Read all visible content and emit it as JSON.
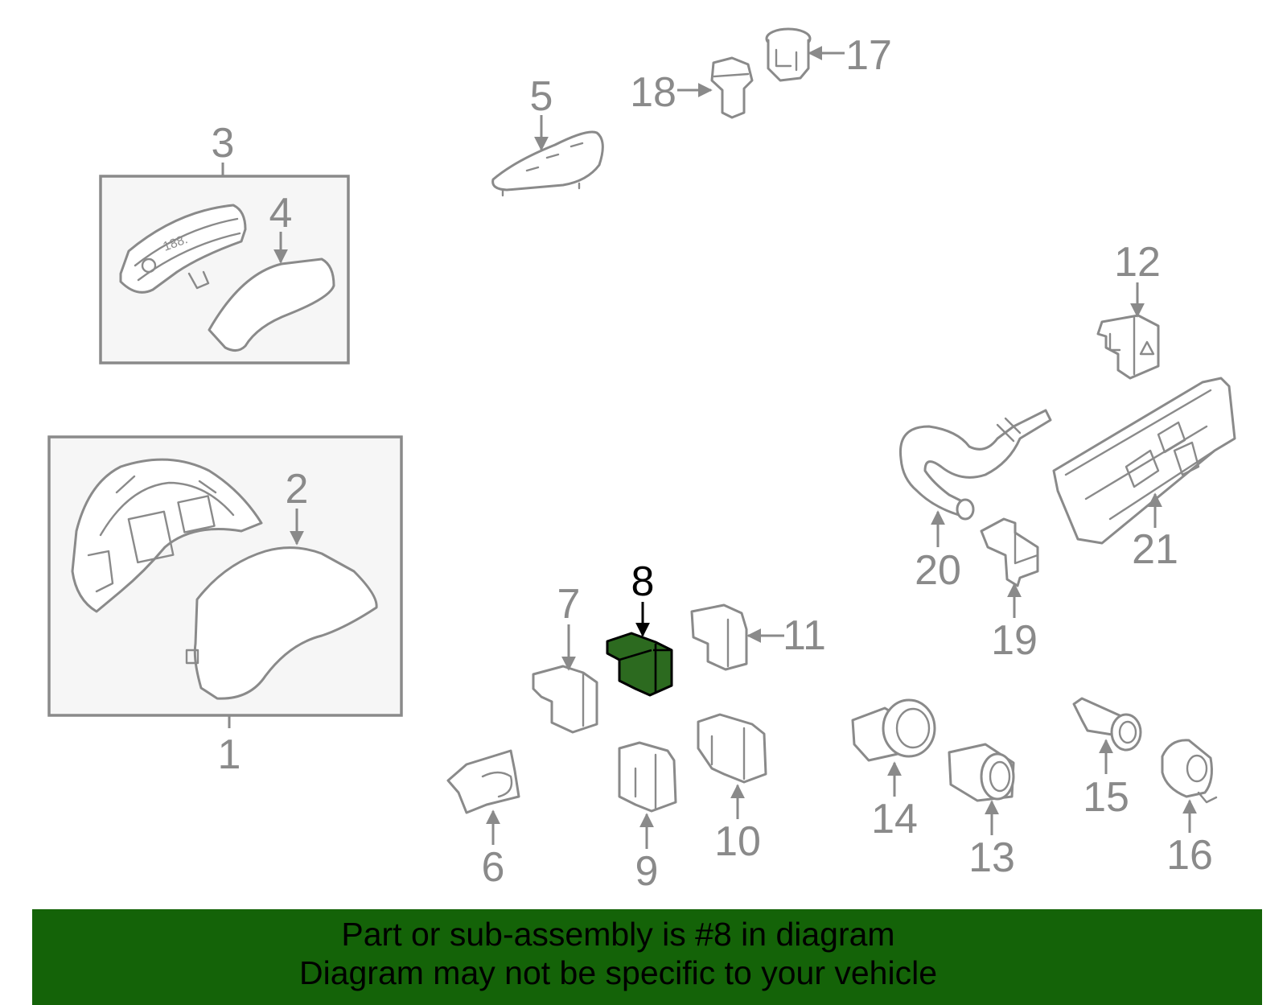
{
  "diagram": {
    "callouts": {
      "c1": "1",
      "c2": "2",
      "c3": "3",
      "c4": "4",
      "c5": "5",
      "c6": "6",
      "c7": "7",
      "c8": "8",
      "c9": "9",
      "c10": "10",
      "c11": "11",
      "c12": "12",
      "c13": "13",
      "c14": "14",
      "c15": "15",
      "c16": "16",
      "c17": "17",
      "c18": "18",
      "c19": "19",
      "c20": "20",
      "c21": "21"
    },
    "highlighted_part": "8",
    "colors": {
      "highlight_fill": "#2c6a1f",
      "line_gray": "#8a8a8a",
      "banner_bg": "#146308"
    }
  },
  "banner": {
    "line1": "Part or sub-assembly is #8 in diagram",
    "line2": "Diagram may not be specific to your vehicle"
  }
}
